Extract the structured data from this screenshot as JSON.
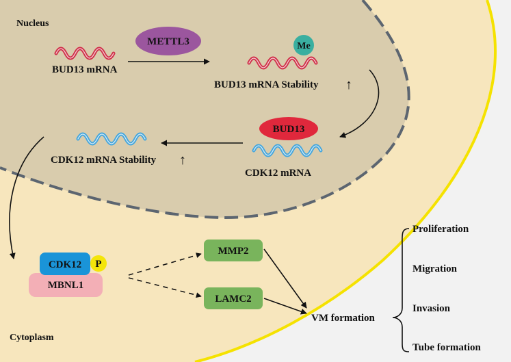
{
  "compartments": {
    "nucleus_label": "Nucleus",
    "cytoplasm_label": "Cytoplasm"
  },
  "nodes": {
    "bud13_mrna": "BUD13 mRNA",
    "mettl3": "METTL3",
    "me": "Me",
    "bud13_stability": "BUD13 mRNA Stability",
    "bud13_protein": "BUD13",
    "cdk12_mrna": "CDK12 mRNA",
    "cdk12_stability": "CDK12 mRNA Stability",
    "cdk12_protein": "CDK12",
    "phospho": "P",
    "mbnl1": "MBNL1",
    "mmp2": "MMP2",
    "lamc2": "LAMC2",
    "vm_formation": "VM formation"
  },
  "outcomes": [
    "Proliferation",
    "Migration",
    "Invasion",
    "Tube formation"
  ],
  "up_arrow": "↑",
  "colors": {
    "background": "#f2f2f2",
    "cell": "#f7e6bd",
    "cell_membrane": "#f5e200",
    "nucleus": "#d9ccad",
    "nuclear_envelope": "#5c6570",
    "bud13_mrna": "#d0314a",
    "cdk12_mrna": "#45a6dc",
    "mettl3": "#9b569e",
    "me": "#3aafa0",
    "bud13_protein": "#e0283c",
    "cdk12_protein": "#1a94d8",
    "phospho": "#f4e50a",
    "mbnl1": "#f3afb6",
    "effector": "#79b45c"
  }
}
